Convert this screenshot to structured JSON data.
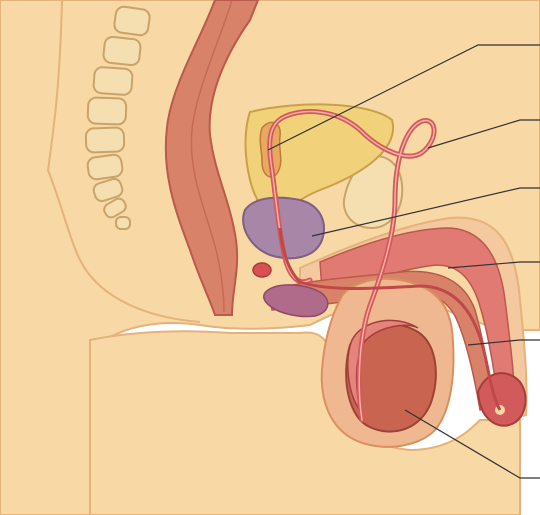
{
  "figure": {
    "kind": "anatomical-illustration",
    "background_text_bleed": {
      "note_free": true,
      "color": "#c9ced6"
    },
    "colors": {
      "skin": "#f8d8a4",
      "skin_edge": "#e4b27a",
      "bone": "#f5dfb0",
      "bone_edge": "#c9a36a",
      "tissue": "#d9826a",
      "tissue_dark": "#b95a4a",
      "bladder": "#f1d27a",
      "prostate": "#a886a8",
      "vessel": "#d25a5a",
      "testis": "#c86450",
      "leader_line": "#333333"
    },
    "callouts": [
      "label-line-1",
      "label-line-2",
      "label-line-3",
      "label-line-4",
      "label-line-5",
      "label-line-6"
    ]
  }
}
